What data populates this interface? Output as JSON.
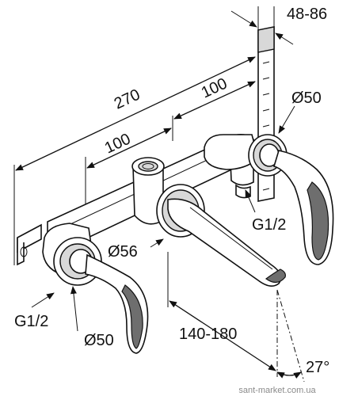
{
  "dimensions": {
    "depth_range": "48-86",
    "overall_length": "270",
    "spacing_right": "100",
    "spacing_left": "100",
    "diameter_right_rosette": "Ø50",
    "thread_right": "G1/2",
    "diameter_spout": "Ø56",
    "thread_left": "G1/2",
    "diameter_left_rosette": "Ø50",
    "spout_projection": "140-180",
    "spout_angle": "27°"
  },
  "watermark": "sant-market.com.ua",
  "icons": [
    "faucet-body-drawing",
    "wall-plate-drawing",
    "lever-handle-drawing",
    "spout-drawing"
  ]
}
